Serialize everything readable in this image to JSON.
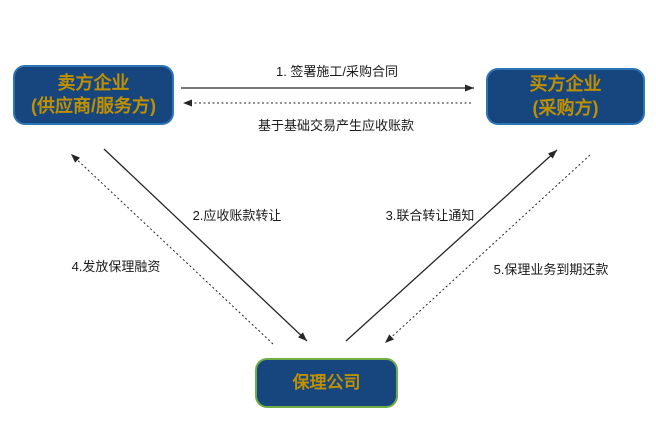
{
  "nodes": {
    "seller": {
      "line1": "卖方企业",
      "line2": "(供应商/服务方)"
    },
    "buyer": {
      "line1": "买方企业",
      "line2": "(采购方)"
    },
    "factor": {
      "name": "保理公司"
    }
  },
  "arrows": {
    "contract": {
      "label": "1. 签署施工/采购合同",
      "line": "solid",
      "from": "seller",
      "to": "buyer"
    },
    "receivable": {
      "label": "基于基础交易产生应收账款",
      "line": "dotted",
      "from": "buyer",
      "to": "seller"
    },
    "transfer": {
      "label": "2.应收账款转让",
      "line": "solid",
      "from": "seller",
      "to": "factor"
    },
    "notice": {
      "label": "3.联合转让通知",
      "line": "solid",
      "from": "factor",
      "to": "buyer"
    },
    "financing": {
      "label": "4.发放保理融资",
      "line": "dotted",
      "from": "factor",
      "to": "seller"
    },
    "repayment": {
      "label": "5.保理业务到期还款",
      "line": "dotted",
      "from": "buyer",
      "to": "factor"
    }
  },
  "colors": {
    "node_fill": "#17457E",
    "node_text": "#BF9000",
    "node_border_blue": "#2E75B6",
    "node_border_green": "#70AD47",
    "arrow": "#262626",
    "background": "#FFFFFF"
  }
}
